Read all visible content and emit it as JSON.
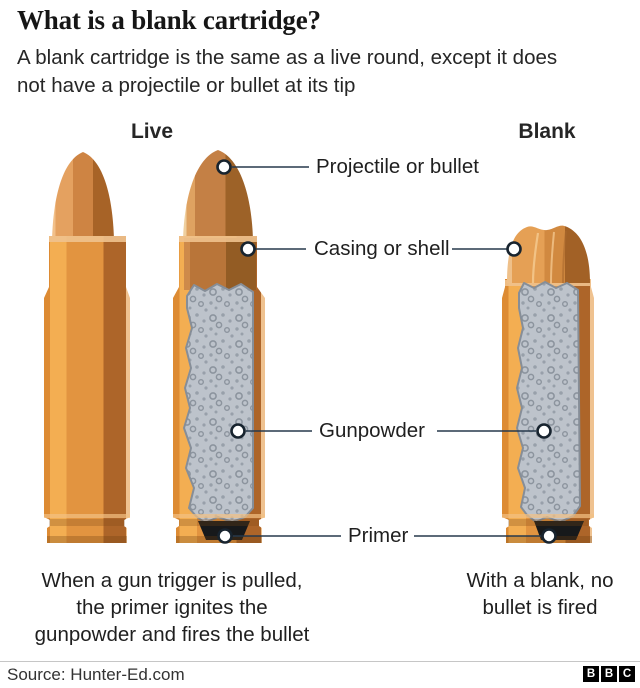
{
  "title": "What is a blank cartridge?",
  "subtitle": "A blank cartridge is the same as a live round, except it does\nnot have a projectile or bullet at its tip",
  "diagram": {
    "left_heading": "Live",
    "right_heading": "Blank",
    "labels": {
      "projectile": "Projectile or bullet",
      "casing": "Casing or shell",
      "gunpowder": "Gunpowder",
      "primer": "Primer"
    },
    "captions": {
      "live": "When a gun trigger is pulled,\nthe primer ignites the\ngunpowder and fires the bullet",
      "blank": "With a blank, no\nbullet is fired"
    }
  },
  "footer": {
    "source": "Source: Hunter-Ed.com",
    "logo_letters": [
      "B",
      "B",
      "C"
    ]
  },
  "colors": {
    "case_highlight": "#F3AE52",
    "case_main": "#E29440",
    "case_shadow": "#AD6529",
    "case_edge_light": "#EFC290",
    "bullet_main": "#CE8443",
    "bullet_shadow": "#A76327",
    "gunpowder_gray": "#BDC3CB",
    "gunpowder_dot": "#98A0AA",
    "primer_black": "#17191B",
    "callout_line": "#26394C",
    "text_dark": "#1F1F1F"
  }
}
